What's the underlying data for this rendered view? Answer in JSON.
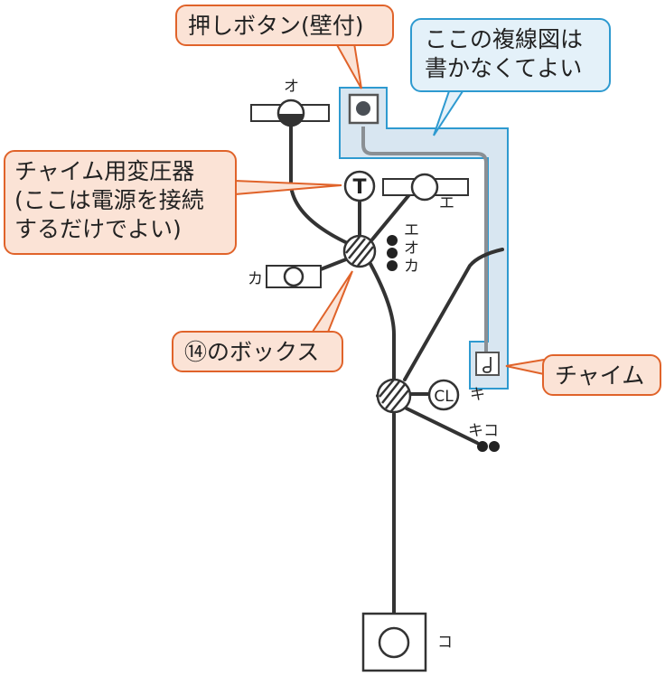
{
  "callouts": {
    "push_button": "押しボタン(壁付)",
    "no_need": [
      "ここの複線図は",
      "書かなくてよい"
    ],
    "transformer": [
      "チャイム用変圧器",
      "(ここは電源を接続",
      "するだけでよい)"
    ],
    "box14": "⑭のボックス",
    "chime": "チャイム"
  },
  "labels": {
    "o": "オ",
    "e": "エ",
    "eokа_e": "エ",
    "eok_o": "オ",
    "eok_ka": "カ",
    "ka": "カ",
    "ki": "キ",
    "kiko": "キコ",
    "ko": "コ",
    "transformer_symbol": "T",
    "clock_symbol": "CL"
  },
  "colors": {
    "wire": "#333333",
    "callout_orange_border": "#e0632a",
    "callout_orange_fill": "#fbe3d6",
    "callout_blue_border": "#2e9ad0",
    "callout_blue_fill": "#e4f1f9",
    "highlight_fill": "#d8e6f1",
    "chime_wire": "#8a8f94"
  }
}
